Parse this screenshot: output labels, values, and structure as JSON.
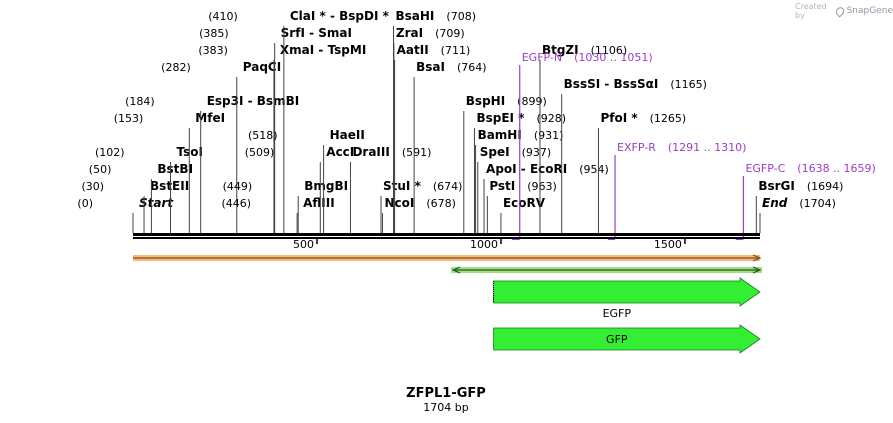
{
  "credit": {
    "prefix": "Created by",
    "brand": "SnapGene",
    "logo_icon": "snapgene-logo-icon"
  },
  "sequence": {
    "name": "ZFPL1-GFP",
    "length_label": "1704 bp",
    "length": 1704
  },
  "ruler_ticks": [
    {
      "pos": 500,
      "label": "500"
    },
    {
      "pos": 1000,
      "label": "1000"
    },
    {
      "pos": 1500,
      "label": "1500"
    }
  ],
  "sites": [
    {
      "pos": 0,
      "pos_label": "(0)",
      "name": "Start",
      "italic": true,
      "row": 0
    },
    {
      "pos": 30,
      "pos_label": "(30)",
      "name": "BstEII",
      "row": 1
    },
    {
      "pos": 50,
      "pos_label": "(50)",
      "name": "BstBI",
      "row": 2
    },
    {
      "pos": 102,
      "pos_label": "(102)",
      "name": "TsoI",
      "row": 3
    },
    {
      "pos": 153,
      "pos_label": "(153)",
      "name": "MfeI",
      "row": 5
    },
    {
      "pos": 184,
      "pos_label": "(184)",
      "name": "Esp3I  -  BsmBI",
      "row": 6
    },
    {
      "pos": 282,
      "pos_label": "(282)",
      "name": "PaqCI",
      "row": 8
    },
    {
      "pos": 383,
      "pos_label": "(383)",
      "name": "XmaI  -  TspMI",
      "row": 9
    },
    {
      "pos": 385,
      "pos_label": "(385)",
      "name": "SrfI  -  SmaI",
      "row": 10
    },
    {
      "pos": 410,
      "pos_label": "(410)",
      "name": "ClaI *  -  BspDI *",
      "row": 11
    },
    {
      "pos": 446,
      "pos_label": "(446)",
      "name": "AflIII",
      "row": 0
    },
    {
      "pos": 449,
      "pos_label": "(449)",
      "name": "BmgBI",
      "row": 1
    },
    {
      "pos": 509,
      "pos_label": "(509)",
      "name": "AccI",
      "row": 3
    },
    {
      "pos": 518,
      "pos_label": "(518)",
      "name": "HaeII",
      "row": 4
    },
    {
      "pos": 591,
      "pos_label": "(591)",
      "name": "DraIII",
      "row": 3,
      "pos_after": true
    },
    {
      "pos": 678,
      "pos_label": "(678)",
      "name": "NcoI",
      "row": 0,
      "pos_after": true
    },
    {
      "pos": 674,
      "pos_label": "(674)",
      "name": "StuI *",
      "row": 1,
      "pos_after": true
    },
    {
      "pos": 764,
      "pos_label": "(764)",
      "name": "BsaI",
      "row": 8,
      "pos_after": true
    },
    {
      "pos": 711,
      "pos_label": "(711)",
      "name": "AatII",
      "row": 9,
      "pos_after": true
    },
    {
      "pos": 709,
      "pos_label": "(709)",
      "name": "ZraI",
      "row": 10,
      "pos_after": true
    },
    {
      "pos": 708,
      "pos_label": "(708)",
      "name": "BsaHI",
      "row": 11,
      "pos_after": true
    },
    {
      "pos": 1000,
      "pos_label": "",
      "name": "EcoRV",
      "row": 0,
      "pos_after": true
    },
    {
      "pos": 963,
      "pos_label": "(963)",
      "name": "PstI",
      "row": 1,
      "pos_after": true
    },
    {
      "pos": 954,
      "pos_label": "(954)",
      "name": "ApoI  -  EcoRI",
      "row": 2,
      "pos_after": true
    },
    {
      "pos": 937,
      "pos_label": "(937)",
      "name": "SpeI",
      "row": 3,
      "pos_after": true
    },
    {
      "pos": 931,
      "pos_label": "(931)",
      "name": "BamHI",
      "row": 4,
      "pos_after": true
    },
    {
      "pos": 928,
      "pos_label": "(928)",
      "name": "BspEI *",
      "row": 5,
      "pos_after": true
    },
    {
      "pos": 899,
      "pos_label": "(899)",
      "name": "BspHI",
      "row": 6,
      "pos_after": true
    },
    {
      "pos": 1265,
      "pos_label": "(1265)",
      "name": "PfoI *",
      "row": 5,
      "pos_after": true
    },
    {
      "pos": 1165,
      "pos_label": "(1165)",
      "name": "BssSI  -  BssSαI",
      "row": 7,
      "pos_after": true
    },
    {
      "pos": 1106,
      "pos_label": "(1106)",
      "name": "BtgZI",
      "row": 9,
      "pos_after": true
    },
    {
      "pos": 1694,
      "pos_label": "(1694)",
      "name": "BsrGI",
      "row": 1,
      "pos_after": true
    },
    {
      "pos": 1704,
      "pos_label": "(1704)",
      "name": "End",
      "italic": true,
      "row": 0,
      "pos_after": true
    }
  ],
  "primers": [
    {
      "name": "EGFP-N",
      "range": "(1030 .. 1051)",
      "start": 1030,
      "end": 1051,
      "row": 10
    },
    {
      "name": "EXFP-R",
      "range": "(1291 .. 1310)",
      "start": 1291,
      "end": 1310,
      "row": 4
    },
    {
      "name": "EGFP-C",
      "range": "(1638 .. 1659)",
      "start": 1638,
      "end": 1659,
      "row": 2
    }
  ],
  "features": [
    {
      "name": "",
      "type": "backbone",
      "start": 0,
      "end": 1704,
      "color": "#f7b36b",
      "direction": "forward"
    },
    {
      "name": "",
      "type": "region",
      "start": 870,
      "end": 1704,
      "color": "#94d86b",
      "direction": "both"
    },
    {
      "name": "EGFP",
      "type": "cds",
      "start": 980,
      "end": 1704,
      "color": "#33ee33",
      "direction": "forward"
    },
    {
      "name": "GFP",
      "type": "cds",
      "start": 980,
      "end": 1704,
      "color": "#33ee33",
      "direction": "forward"
    }
  ],
  "colors": {
    "primer": "#9c3dc7",
    "line": "#000000",
    "arrow": "#33ee33"
  }
}
